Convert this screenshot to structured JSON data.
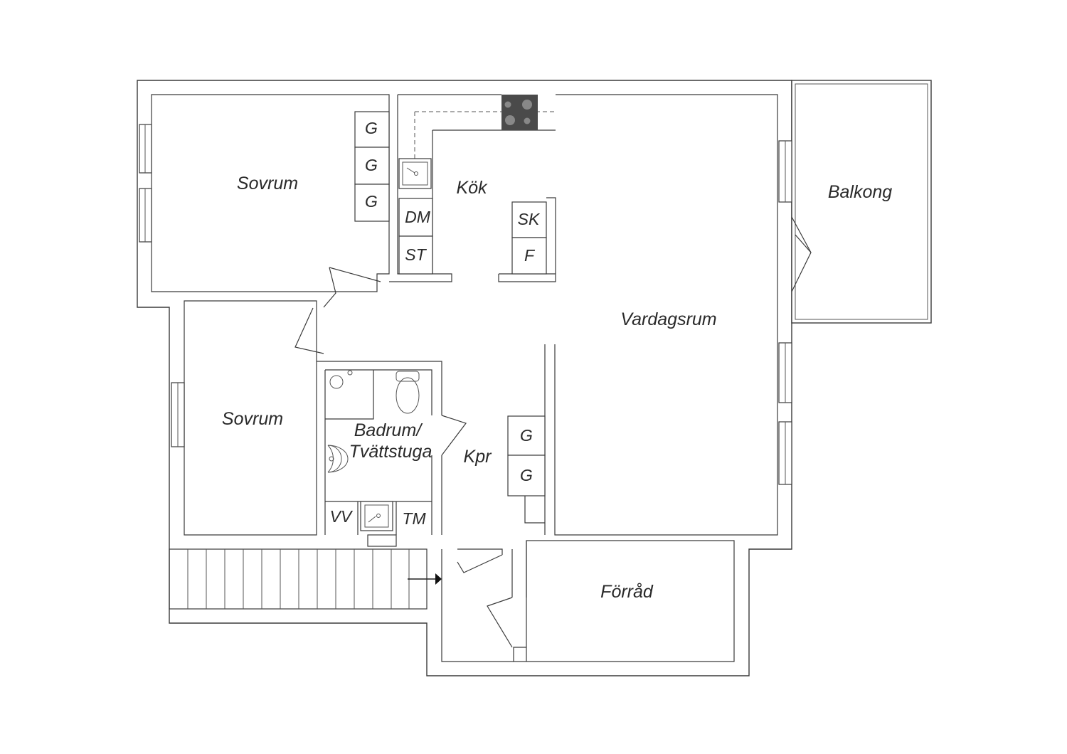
{
  "rooms": {
    "sovrum_1": "Sovrum",
    "sovrum_2": "Sovrum",
    "kok": "Kök",
    "balkong": "Balkong",
    "vardagsrum": "Vardagsrum",
    "badrum_line1": "Badrum/",
    "badrum_line2": "Tvättstuga",
    "kpr": "Kpr",
    "forrad": "Förråd"
  },
  "fixtures": {
    "g1": "G",
    "g2": "G",
    "g3": "G",
    "dm": "DM",
    "st": "ST",
    "sk": "SK",
    "f": "F",
    "g4": "G",
    "g5": "G",
    "vv": "VV",
    "tm": "TM"
  },
  "colors": {
    "line": "#3a3a3a",
    "stove": "#4a4a4a",
    "background": "#ffffff"
  },
  "icons": [
    "stove-icon",
    "sink-icon",
    "toilet-icon",
    "shower-icon",
    "washbasin-icon",
    "stair-arrow-icon"
  ]
}
